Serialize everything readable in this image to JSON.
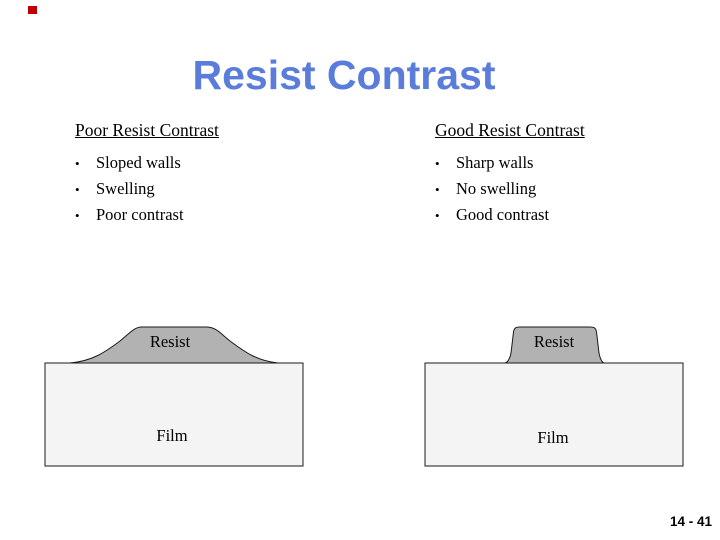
{
  "slide": {
    "title": "Resist Contrast",
    "page_number": "14 - 41",
    "bullet_char": "•",
    "columns": [
      {
        "heading": "Poor Resist Contrast",
        "bullets": [
          "Sloped walls",
          "Swelling",
          "Poor contrast"
        ]
      },
      {
        "heading": "Good Resist Contrast",
        "bullets": [
          "Sharp walls",
          "No swelling",
          "Good contrast"
        ]
      }
    ],
    "diagrams": [
      {
        "profile": "sloped",
        "resist_label": "Resist",
        "film_label": "Film"
      },
      {
        "profile": "sharp",
        "resist_label": "Resist",
        "film_label": "Film"
      }
    ],
    "colors": {
      "title_blue": "#5a7cdb",
      "resist_fill": "#b2b2b2",
      "film_fill": "#f4f4f4",
      "outline": "#1a1a1a",
      "corner_mark_red": "#c00000"
    }
  }
}
